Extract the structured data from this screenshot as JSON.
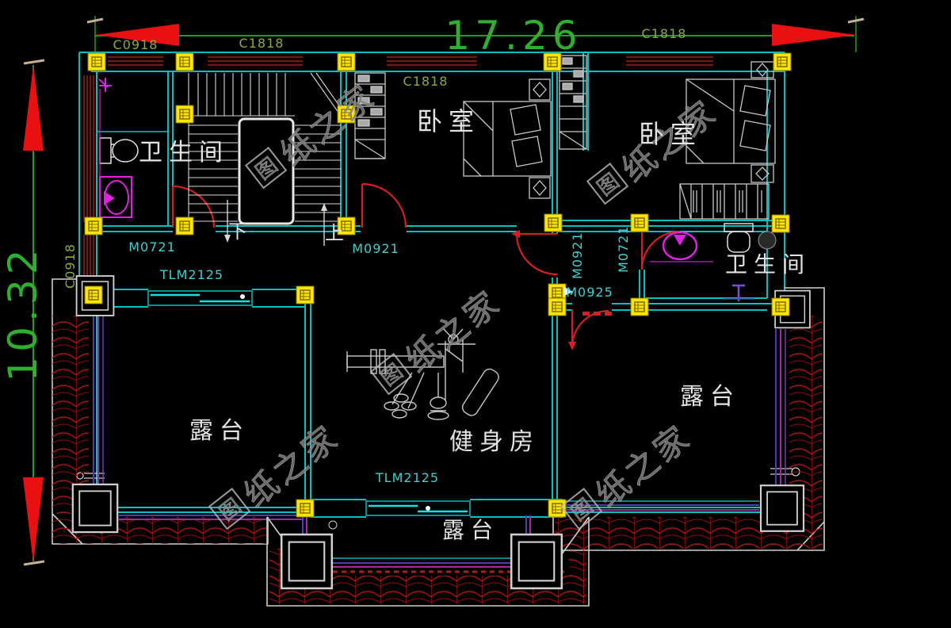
{
  "dimensions": {
    "width_label": "17.26",
    "height_label": "10.32"
  },
  "windows": {
    "c0918_top": "C0918",
    "c1818_top_left": "C1818",
    "c1818_mid": "C1818",
    "c1818_top_right": "C1818",
    "c0918_side": "C0918"
  },
  "doors": {
    "m0721_left": "M0721",
    "m0921_center": "M0921",
    "m0921_hall": "M0921",
    "m0721_hall": "M0721",
    "m0925_terrace": "M0925",
    "tlm2125_terrace_left": "TLM2125",
    "tlm2125_gym": "TLM2125"
  },
  "rooms": {
    "bathroom_left": "卫生间",
    "bedroom_mid": "卧室",
    "bedroom_right": "卧室",
    "bathroom_right": "卫生间",
    "terrace_left": "露台",
    "gym": "健身房",
    "terrace_right": "露台",
    "terrace_bottom": "露台"
  },
  "stairs": {
    "down": "下",
    "up": "上"
  },
  "watermark": {
    "logo": "图",
    "text": "纸之家",
    "full": "图纸之家"
  },
  "colors": {
    "background": "#000000",
    "wall": "#00c2c2",
    "window_hatch": "#962020",
    "door": "#d42020",
    "column_marker": "#ffe500",
    "dimension": "#2fae2f",
    "window_label": "#8aa93e",
    "door_label": "#3ecfcf",
    "room_text": "#e4e4e4",
    "tile": "#b01313",
    "railing_blue": "#4a3fb0",
    "railing_magenta": "#a02aa0",
    "fixture_magenta": "#e121e1",
    "watermark_gray": "#9a9a9a"
  }
}
